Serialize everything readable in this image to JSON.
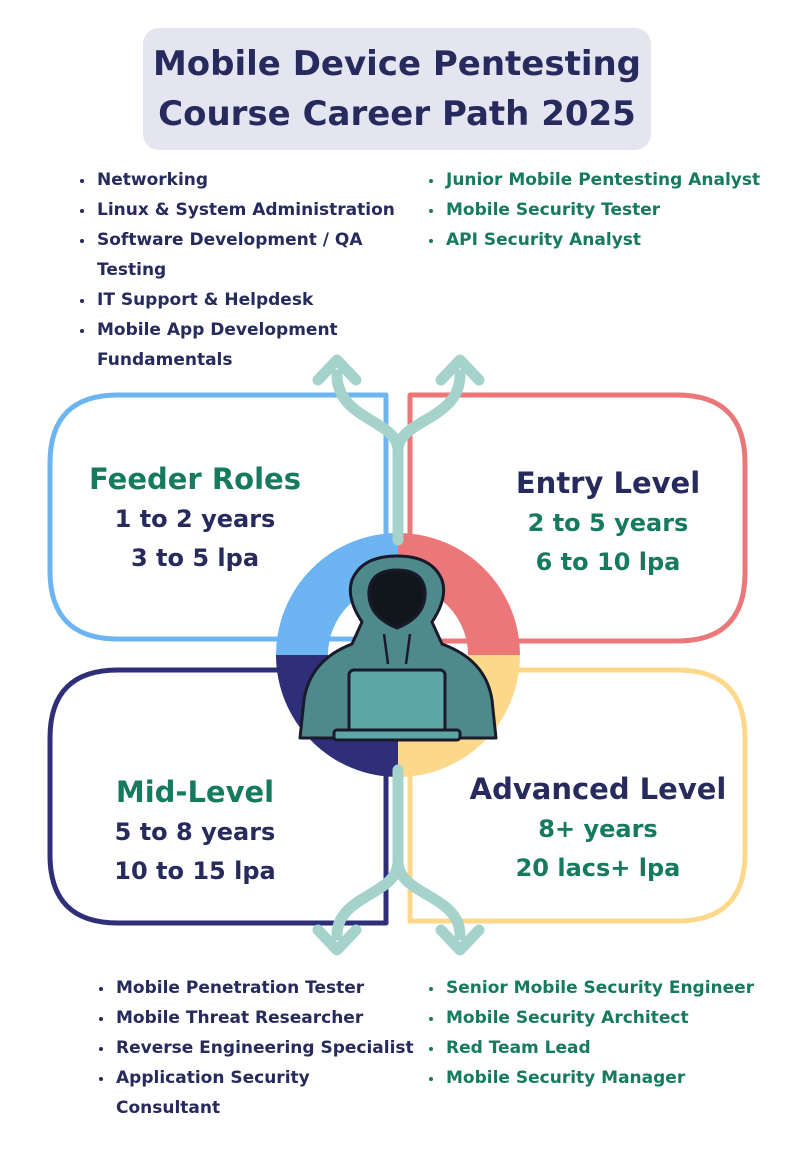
{
  "title": {
    "line1": "Mobile Device Pentesting",
    "line2": "Course Career Path 2025"
  },
  "colors": {
    "navy": "#262a5c",
    "green": "#157a5e",
    "feeder_blue": "#6db4f2",
    "entry_red": "#eb7778",
    "mid_navy": "#2e2f78",
    "adv_yellow": "#fcd98a",
    "arrow_teal": "#a5d3cc",
    "title_bg": "#e4e5f0"
  },
  "quadrants": {
    "feeder": {
      "title": "Feeder Roles",
      "years": "1 to 2 years",
      "salary": "3 to 5 lpa",
      "roles": [
        "Networking",
        "Linux & System Administration",
        "Software Development / QA Testing",
        "IT Support & Helpdesk",
        "Mobile App Development Fundamentals"
      ]
    },
    "entry": {
      "title": "Entry Level",
      "years": "2 to 5 years",
      "salary": "6 to 10 lpa",
      "roles": [
        "Junior Mobile Pentesting Analyst",
        "Mobile Security Tester",
        "API Security Analyst"
      ]
    },
    "mid": {
      "title": "Mid-Level",
      "years": "5 to 8 years",
      "salary": "10 to 15 lpa",
      "roles": [
        "Mobile Penetration Tester",
        "Mobile Threat Researcher",
        "Reverse Engineering Specialist",
        "Application Security Consultant"
      ]
    },
    "advanced": {
      "title": "Advanced Level",
      "years": "8+ years",
      "salary": "20 lacs+ lpa",
      "roles": [
        "Senior Mobile Security Engineer",
        "Mobile Security Architect",
        "Red Team Lead",
        "Mobile Security Manager"
      ]
    }
  },
  "center_icon": "hooded-hacker-laptop-icon"
}
